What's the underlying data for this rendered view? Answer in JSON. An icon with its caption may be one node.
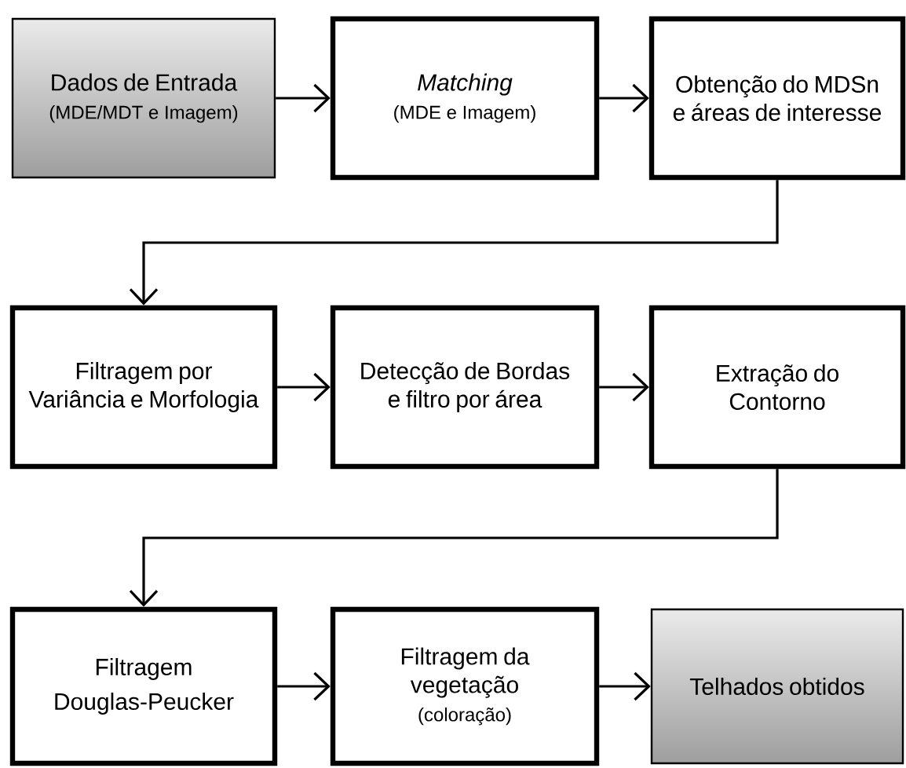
{
  "diagram": {
    "nodes": [
      {
        "text": [
          "Dados de Entrada",
          "(MDE/MDT e Imagem)"
        ]
      },
      {
        "text": [
          "Matching",
          "(MDE e Imagem)"
        ]
      },
      {
        "text": [
          "Obtenção do MDSn e áreas de interesse"
        ]
      },
      {
        "text": [
          "Filtragem por Variância e Morfologia"
        ]
      },
      {
        "text": [
          "Detecção de Bordas e filtro por área"
        ]
      },
      {
        "text": [
          "Extração do Contorno"
        ]
      },
      {
        "text": [
          "Filtragem",
          "Douglas-Peucker"
        ]
      },
      {
        "text": [
          "Filtragem da vegetação",
          "(coloração)"
        ]
      },
      {
        "text": [
          "Telhados obtidos"
        ]
      }
    ],
    "edges": [
      {
        "from": 0,
        "to": 1,
        "arrow": "to"
      },
      {
        "from": 1,
        "to": 2,
        "arrow": "to"
      },
      {
        "from": 2,
        "to": 3,
        "arrow": "to"
      },
      {
        "from": 3,
        "to": 4,
        "arrow": "to"
      },
      {
        "from": 4,
        "to": 5,
        "arrow": "to"
      },
      {
        "from": 5,
        "to": 6,
        "arrow": "to"
      },
      {
        "from": 6,
        "to": 7,
        "arrow": "to"
      },
      {
        "from": 7,
        "to": 8,
        "arrow": "to"
      }
    ]
  }
}
